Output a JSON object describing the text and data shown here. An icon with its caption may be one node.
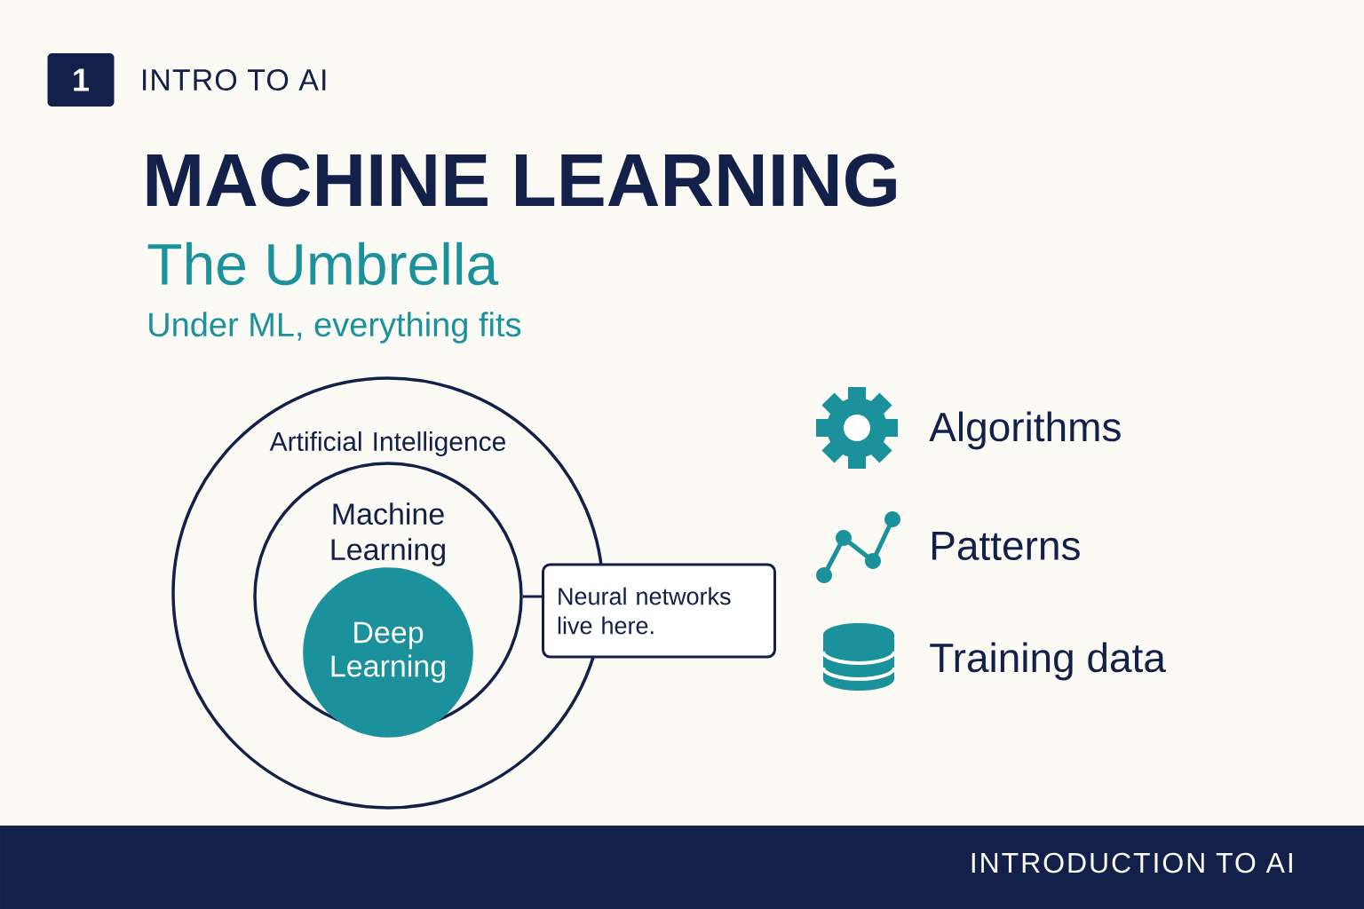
{
  "diagram": {
    "title": "MACHINE LEARNING",
    "nodes": [
      {
        "text": [
          "1"
        ],
        "beside": [
          "INTRO TO AI"
        ]
      },
      {
        "text": [
          "Artificial Intelligence"
        ]
      },
      {
        "text": [
          "Machine Learning"
        ],
        "in": 1
      },
      {
        "text": [
          "Deep Learning"
        ],
        "in": 2
      },
      {
        "text": [
          "Neural networks live here."
        ]
      },
      {
        "text": [
          "INTRODUCTION TO AI"
        ]
      }
    ],
    "edges": [
      {
        "from": 4,
        "to": 2,
        "arrow": "none"
      }
    ],
    "labels": [
      "The Umbrella",
      "Under ML, everything fits",
      "Algorithms",
      "Patterns",
      "Training data"
    ]
  }
}
